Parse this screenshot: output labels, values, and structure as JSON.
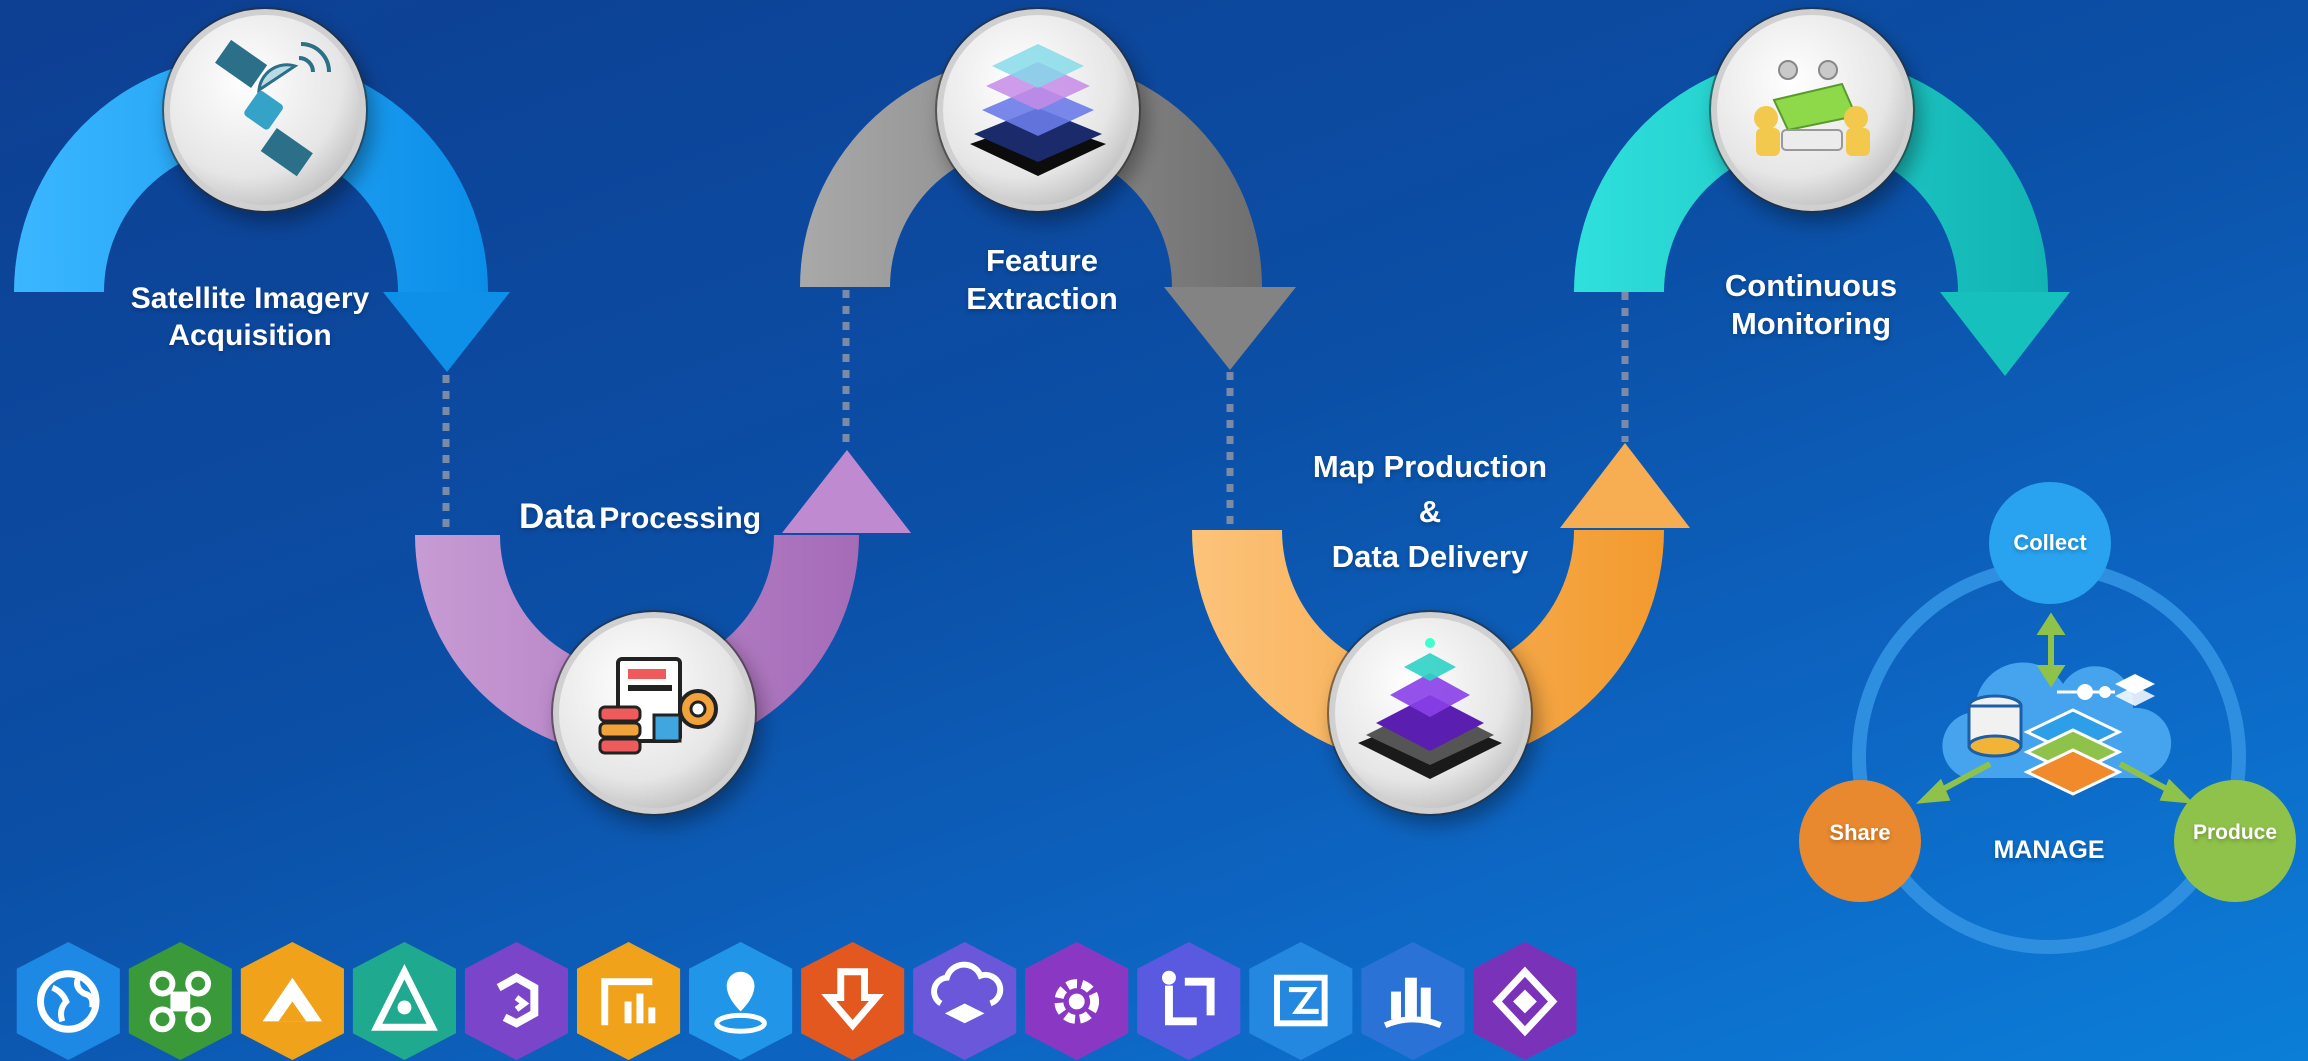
{
  "steps": [
    {
      "id": "acquisition",
      "line1": "Satellite Imagery",
      "line2": "Acquisition",
      "color": "#1fa8f0",
      "icon": "satellite-icon"
    },
    {
      "id": "processing",
      "part1": "Data",
      "part2": "Processing",
      "color": "#b57ec3",
      "icon": "document-database-gear-icon"
    },
    {
      "id": "extraction",
      "line1": "Feature",
      "line2": "Extraction",
      "color": "#9a9a9a",
      "icon": "layered-terrain-icon"
    },
    {
      "id": "production",
      "line1": "Map Production",
      "line2": "&",
      "line3": "Data Delivery",
      "color": "#f6a94a",
      "icon": "map-chip-icon"
    },
    {
      "id": "monitoring",
      "line1": "Continuous",
      "line2": "Monitoring",
      "color": "#1ac8c6",
      "icon": "meeting-team-icon"
    }
  ],
  "cycle": {
    "center_label": "MANAGE",
    "nodes": [
      {
        "label": "Collect",
        "color": "#29a3f0"
      },
      {
        "label": "Share",
        "color": "#e8892f"
      },
      {
        "label": "Produce",
        "color": "#8fc24a"
      }
    ]
  },
  "app_icons": [
    {
      "name": "globe-icon",
      "color": "#1e88e5"
    },
    {
      "name": "drone-icon",
      "color": "#3a9a3a"
    },
    {
      "name": "survey-icon",
      "color": "#f0a21a"
    },
    {
      "name": "field-maps-icon",
      "color": "#1fa98f"
    },
    {
      "name": "hexagon-path-icon",
      "color": "#7b45c9"
    },
    {
      "name": "dashboard-icon",
      "color": "#f0a21a"
    },
    {
      "name": "location-pin-icon",
      "color": "#2196e8"
    },
    {
      "name": "download-icon",
      "color": "#e2581f"
    },
    {
      "name": "cloud-layers-icon",
      "color": "#6a57d9"
    },
    {
      "name": "gear-icon",
      "color": "#8a38c4"
    },
    {
      "name": "workflow-icon",
      "color": "#5a5ae0"
    },
    {
      "name": "map-editor-icon",
      "color": "#2487e0"
    },
    {
      "name": "city-icon",
      "color": "#2a72d6"
    },
    {
      "name": "diamond-network-icon",
      "color": "#7a33b8"
    }
  ]
}
